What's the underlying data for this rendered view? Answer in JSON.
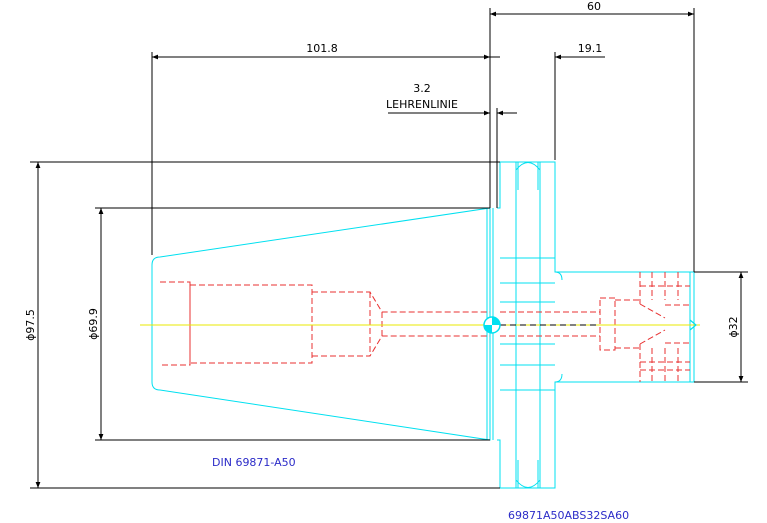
{
  "dimensions": {
    "overall_length": "60",
    "taper_length": "101.8",
    "shank_length": "19.1",
    "gauge_offset": "3.2",
    "gauge_line_label": "LEHRENLINIE",
    "flange_diameter": "ϕ97.5",
    "taper_diameter": "ϕ69.9",
    "bore_diameter": "ϕ32"
  },
  "labels": {
    "standard": "DIN 69871-A50",
    "part_number": "69871A50ABS32SA60"
  },
  "colors": {
    "outline": "#00e0f0",
    "hidden": "#e83030",
    "centerline": "#e8e800",
    "dimension": "#000000",
    "annotation": "#2c2cc8"
  }
}
